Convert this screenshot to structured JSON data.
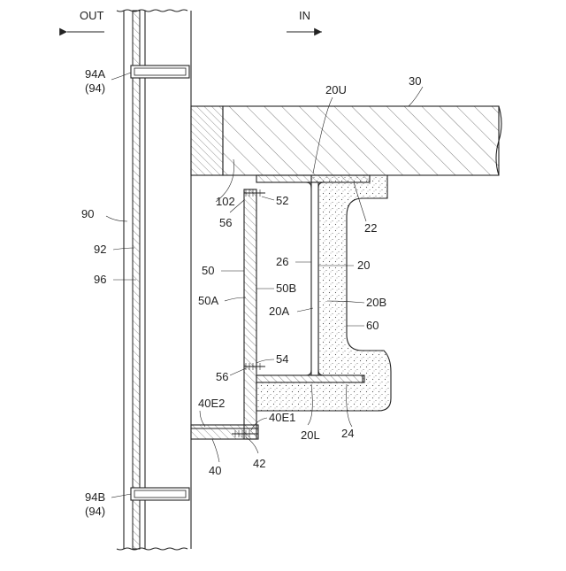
{
  "directions": {
    "out": "OUT",
    "in": "IN"
  },
  "labels": {
    "l94A": "94A",
    "l94A_sub": "(94)",
    "l94B": "94B",
    "l94B_sub": "(94)",
    "l90": "90",
    "l92": "92",
    "l96": "96",
    "l20U": "20U",
    "l30": "30",
    "l102": "102",
    "l52": "52",
    "l56a": "56",
    "l22": "22",
    "l26": "26",
    "l20": "20",
    "l50": "50",
    "l50B": "50B",
    "l50A": "50A",
    "l20A": "20A",
    "l20B": "20B",
    "l60": "60",
    "l54": "54",
    "l56b": "56",
    "l40E2": "40E2",
    "l40E1": "40E1",
    "l20L": "20L",
    "l24": "24",
    "l40": "40",
    "l42": "42"
  }
}
